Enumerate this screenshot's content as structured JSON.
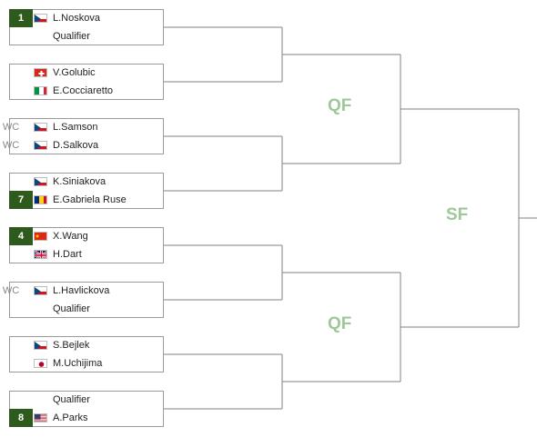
{
  "bracket": {
    "matches": [
      {
        "p1": {
          "seed": "1",
          "flag": "cze",
          "name": "L.Noskova"
        },
        "p2": {
          "name": "Qualifier"
        }
      },
      {
        "p1": {
          "flag": "sui",
          "name": "V.Golubic"
        },
        "p2": {
          "flag": "ita",
          "name": "E.Cocciaretto"
        }
      },
      {
        "p1": {
          "wc": "WC",
          "flag": "cze",
          "name": "L.Samson"
        },
        "p2": {
          "wc": "WC",
          "flag": "cze",
          "name": "D.Salkova"
        }
      },
      {
        "p1": {
          "flag": "cze",
          "name": "K.Siniakova"
        },
        "p2": {
          "seed": "7",
          "flag": "rou",
          "name": "E.Gabriela Ruse"
        }
      },
      {
        "p1": {
          "seed": "4",
          "flag": "chn",
          "name": "X.Wang"
        },
        "p2": {
          "flag": "gbr",
          "name": "H.Dart"
        }
      },
      {
        "p1": {
          "wc": "WC",
          "flag": "cze",
          "name": "L.Havlickova"
        },
        "p2": {
          "name": "Qualifier"
        }
      },
      {
        "p1": {
          "flag": "cze",
          "name": "S.Bejlek"
        },
        "p2": {
          "flag": "jpn",
          "name": "M.Uchijima"
        }
      },
      {
        "p1": {
          "name": "Qualifier"
        },
        "p2": {
          "seed": "8",
          "flag": "usa",
          "name": "A.Parks"
        }
      }
    ],
    "round_labels": {
      "qf_top": "QF",
      "qf_bottom": "QF",
      "sf": "SF"
    },
    "colors": {
      "seed_bg": "#2e5a1e",
      "round_label": "#9ec89a",
      "line": "#808080",
      "box_border": "#9a9a9a"
    }
  }
}
